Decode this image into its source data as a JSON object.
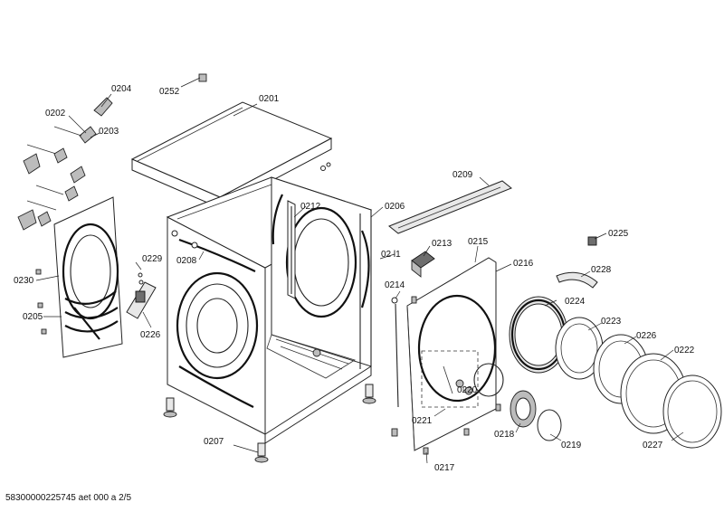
{
  "document_ref": "58300000225745 aet 000 a 2/5",
  "parts": [
    {
      "id": "p0201",
      "label": "0201"
    },
    {
      "id": "p0202",
      "label": "0202"
    },
    {
      "id": "p0203",
      "label": "0203"
    },
    {
      "id": "p0204",
      "label": "0204"
    },
    {
      "id": "p0205",
      "label": "0205"
    },
    {
      "id": "p0206",
      "label": "0206"
    },
    {
      "id": "p0207",
      "label": "0207"
    },
    {
      "id": "p0208",
      "label": "0208"
    },
    {
      "id": "p0209",
      "label": "0209"
    },
    {
      "id": "p0211",
      "label": "02 l1"
    },
    {
      "id": "p0212",
      "label": "0212"
    },
    {
      "id": "p0213",
      "label": "0213"
    },
    {
      "id": "p0214",
      "label": "0214"
    },
    {
      "id": "p0215",
      "label": "0215"
    },
    {
      "id": "p0216",
      "label": "0216"
    },
    {
      "id": "p0217",
      "label": "0217"
    },
    {
      "id": "p0218",
      "label": "0218"
    },
    {
      "id": "p0219",
      "label": "0219"
    },
    {
      "id": "p0220",
      "label": "0220"
    },
    {
      "id": "p0221",
      "label": "0221"
    },
    {
      "id": "p0222",
      "label": "0222"
    },
    {
      "id": "p0223",
      "label": "0223"
    },
    {
      "id": "p0224",
      "label": "0224"
    },
    {
      "id": "p0225",
      "label": "0225"
    },
    {
      "id": "p0226a",
      "label": "0226"
    },
    {
      "id": "p0226b",
      "label": "0226"
    },
    {
      "id": "p0227",
      "label": "0227"
    },
    {
      "id": "p0228",
      "label": "0228"
    },
    {
      "id": "p0229",
      "label": "0229"
    },
    {
      "id": "p0230",
      "label": "0230"
    },
    {
      "id": "p0252",
      "label": "0252"
    }
  ]
}
